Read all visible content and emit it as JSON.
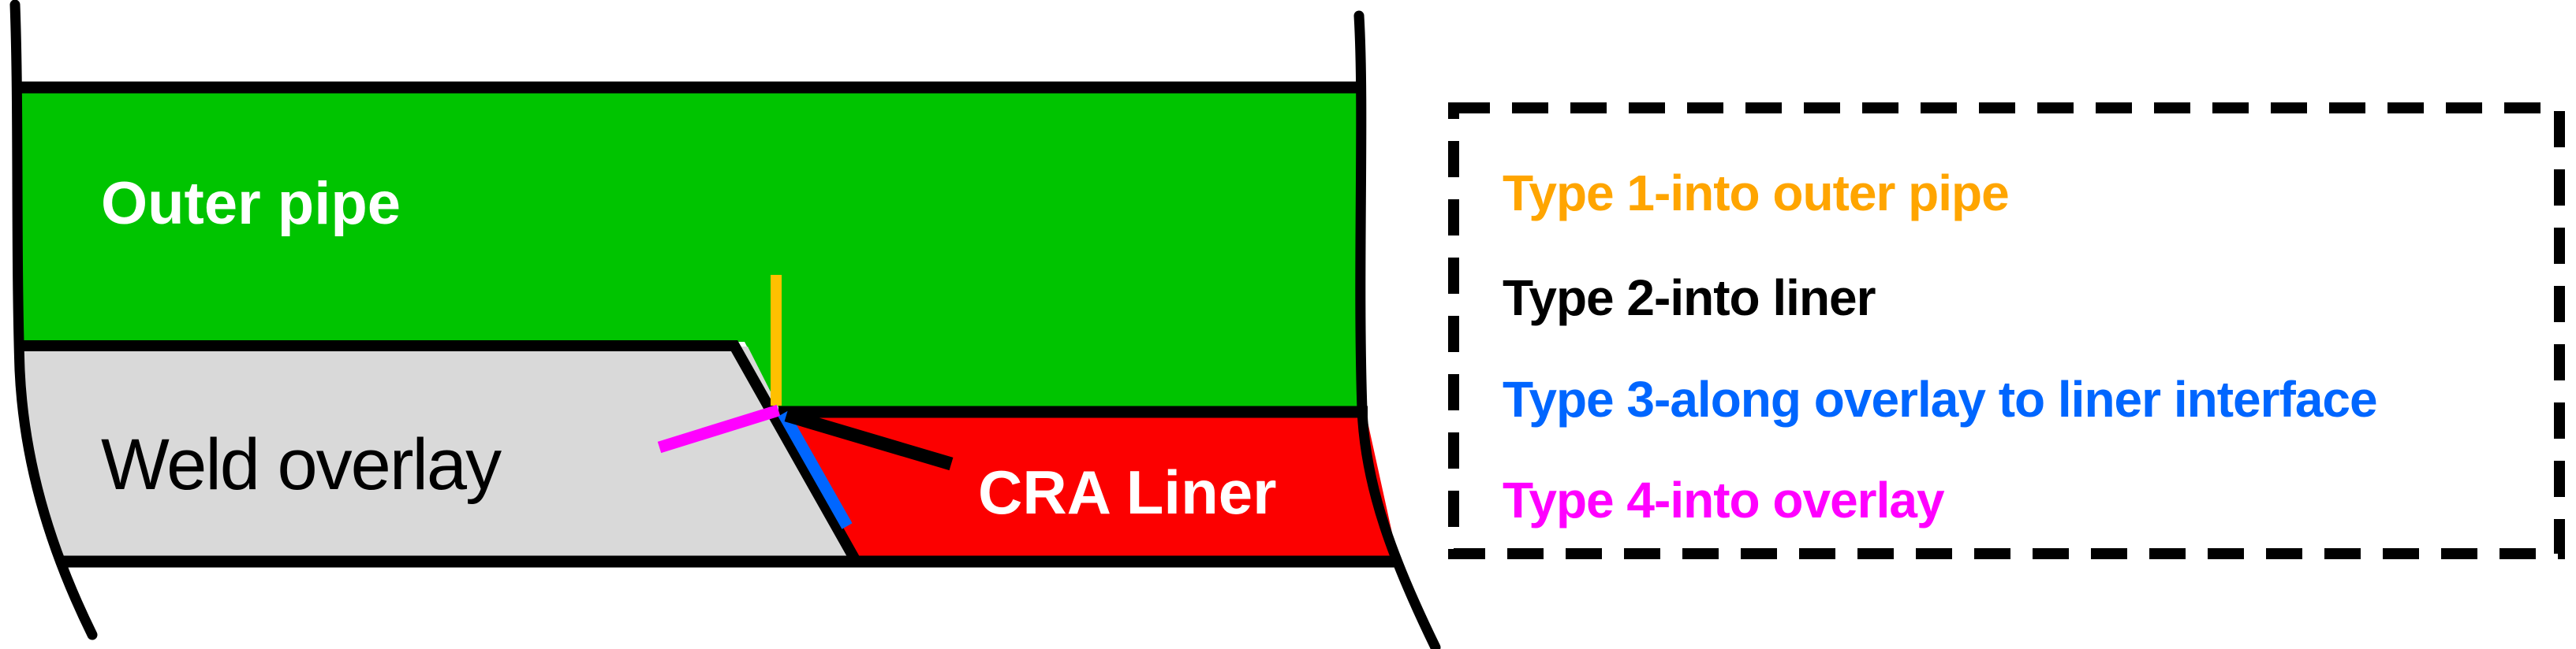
{
  "diagram": {
    "regions": [
      {
        "name": "outer-pipe",
        "label": "Outer pipe",
        "color": "#00C400",
        "text_color": "#FFFFFF"
      },
      {
        "name": "weld-overlay",
        "label": "Weld overlay",
        "color": "#D9D9D9",
        "text_color": "#000000"
      },
      {
        "name": "cra-liner",
        "label": "CRA Liner",
        "color": "#FC0000",
        "text_color": "#FFFFFF"
      }
    ],
    "outline_color": "#000000",
    "cracks": [
      {
        "name": "type-1-into-outer-pipe",
        "color": "#FFC000"
      },
      {
        "name": "type-2-into-liner",
        "color": "#000000"
      },
      {
        "name": "type-3-along-overlay-to-liner-interface",
        "color": "#0066FF"
      },
      {
        "name": "type-4-into-overlay",
        "color": "#FF00FF"
      }
    ]
  },
  "legend": {
    "border_color": "#000000",
    "items": [
      {
        "label": "Type 1-into outer pipe",
        "color": "#FFA500"
      },
      {
        "label": "Type 2-into liner",
        "color": "#000000"
      },
      {
        "label": "Type 3-along overlay to liner interface",
        "color": "#0066FF"
      },
      {
        "label": "Type 4-into overlay",
        "color": "#FF00FF"
      }
    ]
  }
}
